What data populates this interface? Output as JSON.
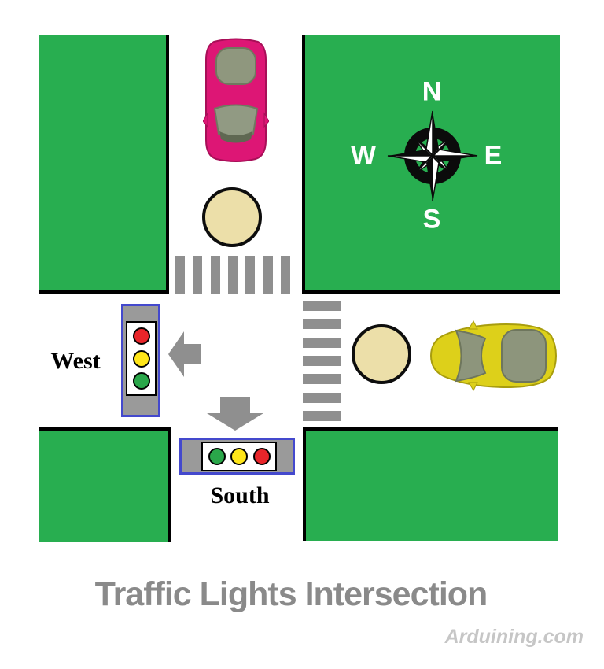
{
  "title": "Traffic Lights Intersection",
  "watermark": "Arduining.com",
  "compass": {
    "north": "N",
    "east": "E",
    "south": "S",
    "west": "W"
  },
  "traffic_lights": {
    "west": {
      "label": "West",
      "orientation": "vertical",
      "lights": [
        "red",
        "yellow",
        "green"
      ]
    },
    "south": {
      "label": "South",
      "orientation": "horizontal",
      "lights": [
        "green",
        "yellow",
        "red"
      ]
    }
  },
  "crosswalks": {
    "north": {
      "stripes": 7
    },
    "east": {
      "stripes": 7
    }
  },
  "icons": {
    "compass_rose": "compass-rose-icon",
    "car_from_north": "pink-car-icon",
    "car_from_east": "yellow-car-icon",
    "arrow_west": "left-arrow-icon",
    "arrow_south": "down-arrow-icon",
    "sensor_north": "sensor-circle-icon",
    "sensor_east": "sensor-circle-icon"
  },
  "colors": {
    "grass": "#28ae50",
    "road": "#ffffff",
    "crosswalk_gray": "#8f8f8f",
    "arrow_gray": "#8f8f8f",
    "light_housing_gray": "#9a9a9a",
    "light_frame_blue": "#4449cd",
    "red_light": "#e8252a",
    "yellow_light": "#ffe619",
    "green_light": "#2aa74a",
    "sensor_tan": "#ecdfa9",
    "car_pink": "#dd1675",
    "car_yellow": "#ddd01a",
    "title_gray": "#8a8a8a",
    "watermark_gray": "#c6c6c6",
    "compass_black": "#0b0b0b",
    "compass_letters": "#ffffff"
  }
}
